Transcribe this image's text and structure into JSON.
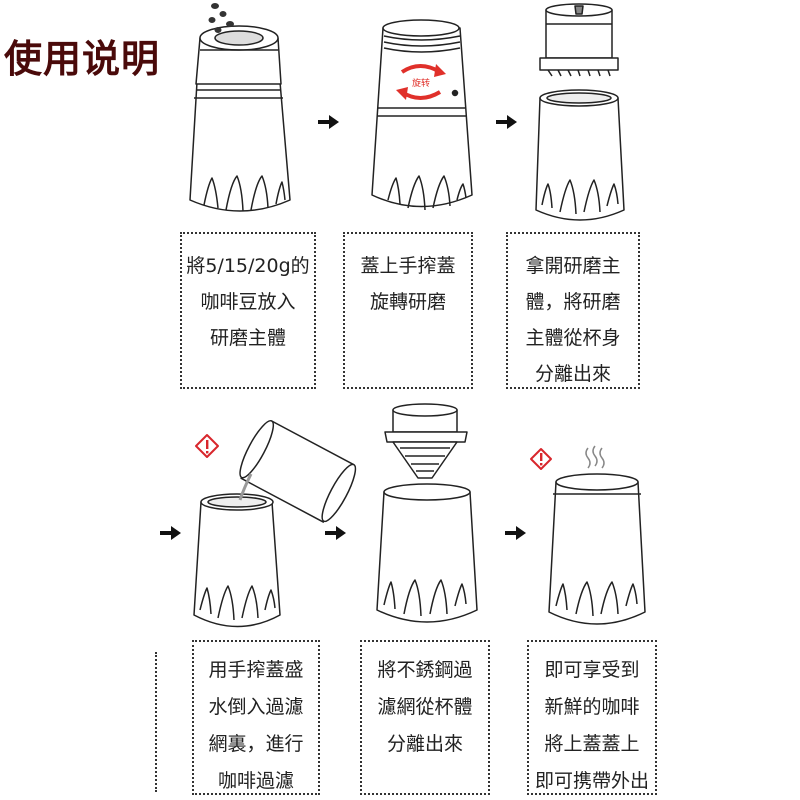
{
  "title": "使用说明",
  "rotate_label": "旋转",
  "steps": [
    {
      "lines": [
        "將5/15/20g的",
        "咖啡豆放入",
        "研磨主體"
      ]
    },
    {
      "lines": [
        "蓋上手搾蓋",
        "旋轉研磨"
      ]
    },
    {
      "lines": [
        "拿開研磨主",
        "體，將研磨",
        "主體從杯身",
        "分離出來"
      ]
    },
    {
      "lines": [
        "用手搾蓋盛",
        "水倒入過濾",
        "網裏，進行",
        "咖啡過濾"
      ]
    },
    {
      "lines": [
        "將不銹鋼過",
        "濾網從杯體",
        "分離出來"
      ]
    },
    {
      "lines": [
        "即可享受到",
        "新鮮的咖啡",
        "將上蓋蓋上",
        "即可携帶外出"
      ]
    }
  ],
  "icons": {
    "arrow": "arrow-right-icon",
    "warning": "warning-icon",
    "steam": "steam-icon",
    "rotate": "rotate-icon"
  },
  "colors": {
    "title": "#4a0a0a",
    "rotate_arrow": "#e0302a",
    "warning": "#d8262c",
    "line": "#222222"
  }
}
